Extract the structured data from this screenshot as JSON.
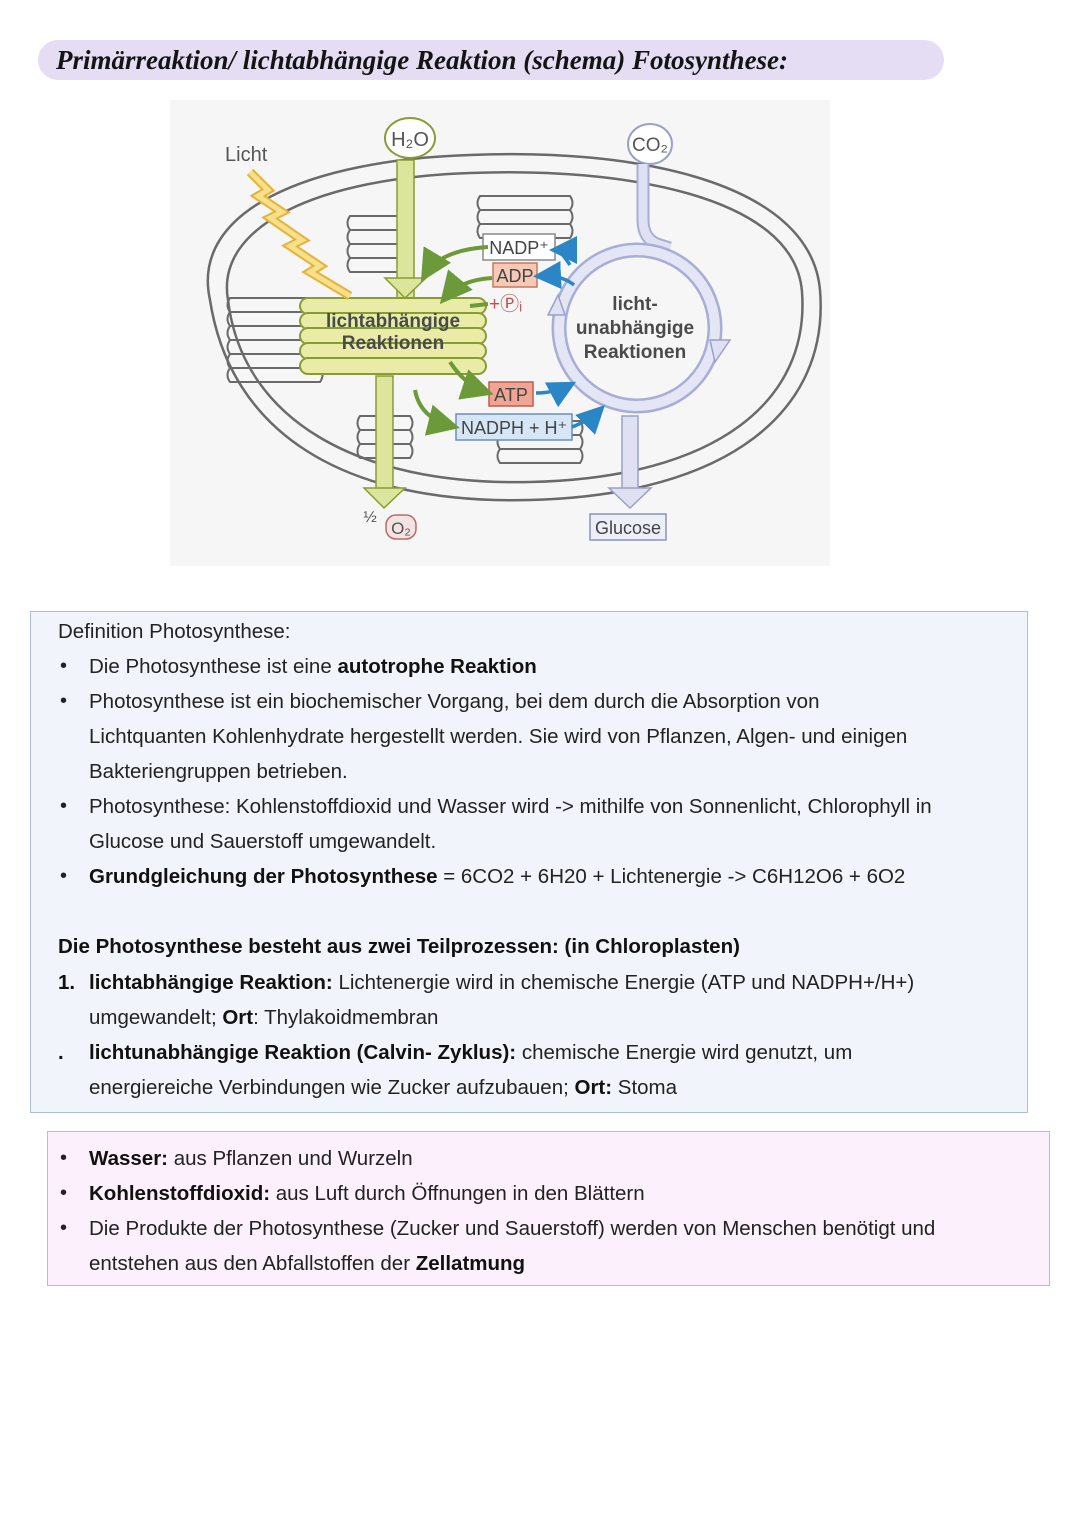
{
  "title": "Primärreaktion/ lichtabhängige Reaktion (schema) Fotosynthese:",
  "diagram": {
    "licht": "Licht",
    "h2o": "H₂O",
    "co2": "CO₂",
    "nadp": "NADP⁺",
    "adp": "ADP",
    "pi": "+Ⓟᵢ",
    "light_reactions_1": "lichtabhängige",
    "light_reactions_2": "Reaktionen",
    "dark_reactions_1": "licht-",
    "dark_reactions_2": "unabhängige",
    "dark_reactions_3": "Reaktionen",
    "atp": "ATP",
    "nadph": "NADPH + H⁺",
    "half": "½",
    "o2": "O₂",
    "glucose": "Glucose"
  },
  "definition": {
    "heading": "Definition Photosynthese:",
    "b1_pre": "Die Photosynthese ist eine ",
    "b1_bold": "autotrophe Reaktion",
    "b2_l1": "Photosynthese ist ein biochemischer Vorgang, bei dem durch die Absorption von",
    "b2_l2": "Lichtquanten Kohlenhydrate hergestellt werden. Sie wird von Pflanzen, Algen- und einigen",
    "b2_l3": "Bakteriengruppen betrieben.",
    "b3_l1": "Photosynthese: Kohlenstoffdioxid und Wasser wird -> mithilfe von Sonnenlicht, Chlorophyll in",
    "b3_l2": "Glucose und Sauerstoff umgewandelt.",
    "b4_bold": "Grundgleichung der Photosynthese",
    "b4_rest": " = 6CO2 + 6H20 + Lichtenergie -> C6H12O6 + 6O2",
    "sub_heading": "Die Photosynthese besteht aus zwei Teilprozessen: (in Chloroplasten)",
    "n1_marker": "1.",
    "n1_bold": "lichtabhängige Reaktion:",
    "n1_rest": " Lichtenergie wird in chemische Energie (ATP und NADPH+/H+)",
    "n1_l2_pre": "umgewandelt; ",
    "n1_l2_bold": "Ort",
    "n1_l2_rest": ": Thylakoidmembran",
    "n2_marker": ".",
    "n2_bold": "lichtunabhängige Reaktion (Calvin- Zyklus):",
    "n2_rest": " chemische Energie wird genutzt, um",
    "n2_l2_pre": "energiereiche Verbindungen wie Zucker aufzubauen; ",
    "n2_l2_bold": "Ort:",
    "n2_l2_rest": " Stoma"
  },
  "sources": {
    "s1_bold": "Wasser:",
    "s1_rest": " aus Pflanzen und Wurzeln",
    "s2_bold": "Kohlenstoffdioxid:",
    "s2_rest": " aus Luft durch Öffnungen in den Blättern",
    "s3_l1": "Die Produkte der Photosynthese (Zucker und Sauerstoff) werden von Menschen benötigt und",
    "s3_l2_pre": "entstehen aus den Abfallstoffen der ",
    "s3_l2_bold": "Zellatmung"
  },
  "bullet_char": "•"
}
